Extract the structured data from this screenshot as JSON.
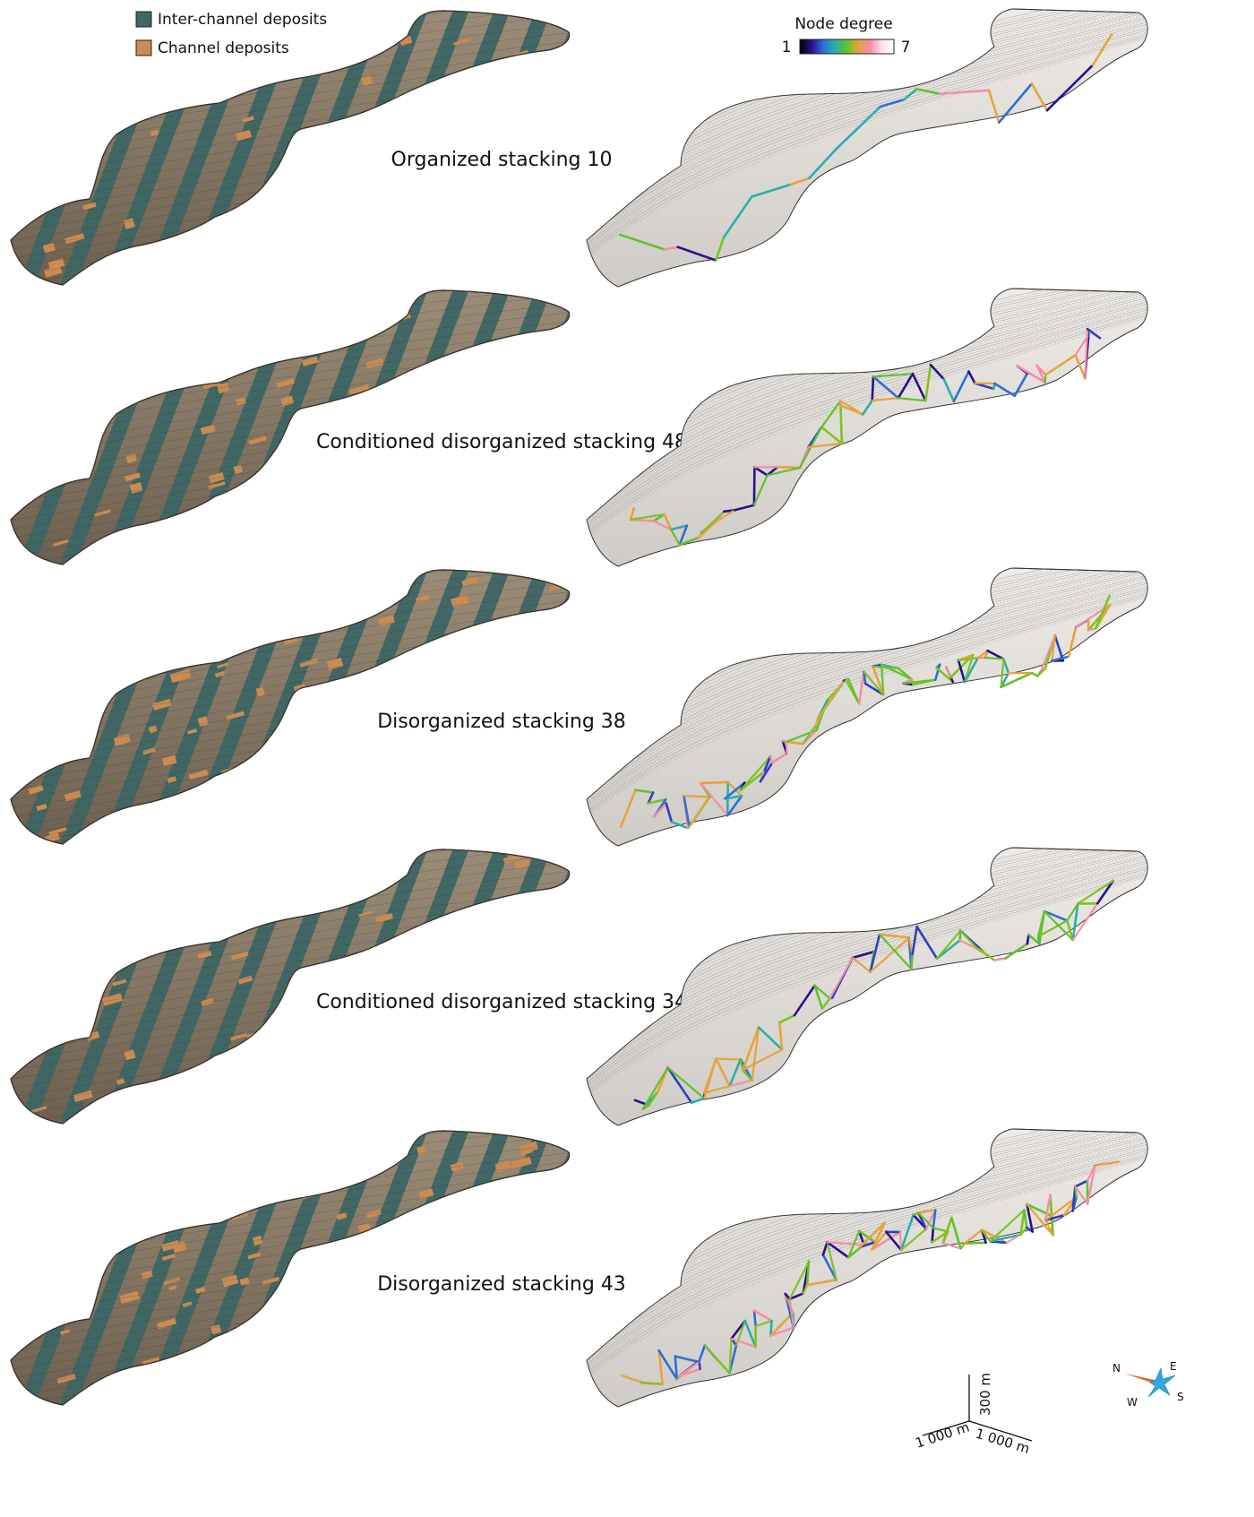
{
  "legend": {
    "inter_channel": {
      "label": "Inter-channel deposits",
      "color": "#3d6664"
    },
    "channel": {
      "label": "Channel deposits",
      "color": "#c98b52"
    }
  },
  "colorbar": {
    "title": "Node degree",
    "min_label": "1",
    "max_label": "7",
    "stops": [
      "#000000",
      "#2b0f8f",
      "#2c6fd6",
      "#29b0a8",
      "#61c22b",
      "#e8a33b",
      "#f58fa8",
      "#fde3f3",
      "#ffffff"
    ]
  },
  "rows": [
    {
      "label": "Organized stacking 10",
      "pattern": "organized",
      "network_density": "low"
    },
    {
      "label": "Conditioned disorganized stacking 48",
      "pattern": "conditioned",
      "network_density": "medium"
    },
    {
      "label": "Disorganized stacking 38",
      "pattern": "disorganized",
      "network_density": "high"
    },
    {
      "label": "Conditioned disorganized stacking 34",
      "pattern": "conditioned",
      "network_density": "medium"
    },
    {
      "label": "Disorganized stacking 43",
      "pattern": "disorganized",
      "network_density": "high"
    }
  ],
  "scale_bar": {
    "x_label": "1 000 m",
    "y_label": "1 000 m",
    "z_label": "300 m"
  },
  "compass": {
    "n": "N",
    "e": "E",
    "s": "S",
    "w": "W"
  },
  "colors": {
    "model_base": "#8a7b68",
    "model_edge": "#3a332b",
    "network_surface": "#e0ddd9",
    "network_contour": "#6a6a6a",
    "compass_orange": "#e06a2b",
    "compass_blue": "#2fa8e0"
  }
}
